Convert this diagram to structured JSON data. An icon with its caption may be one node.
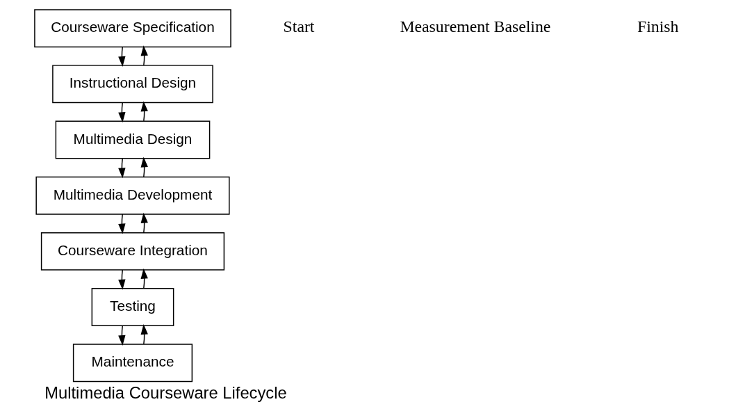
{
  "diagram": {
    "caption": "Multimedia Courseware Lifecycle",
    "nodes": [
      {
        "text": [
          "Courseware Specification"
        ]
      },
      {
        "text": [
          "Instructional Design"
        ]
      },
      {
        "text": [
          "Multimedia Design"
        ]
      },
      {
        "text": [
          "Multimedia Development"
        ]
      },
      {
        "text": [
          "Courseware Integration"
        ]
      },
      {
        "text": [
          "Testing"
        ]
      },
      {
        "text": [
          "Maintenance"
        ]
      }
    ],
    "edges": [
      {
        "from": 0,
        "to": 1,
        "arrow": "to"
      },
      {
        "from": 1,
        "to": 0,
        "arrow": "to"
      },
      {
        "from": 1,
        "to": 2,
        "arrow": "to"
      },
      {
        "from": 2,
        "to": 1,
        "arrow": "to"
      },
      {
        "from": 2,
        "to": 3,
        "arrow": "to"
      },
      {
        "from": 3,
        "to": 2,
        "arrow": "to"
      },
      {
        "from": 3,
        "to": 4,
        "arrow": "to"
      },
      {
        "from": 4,
        "to": 3,
        "arrow": "to"
      },
      {
        "from": 4,
        "to": 5,
        "arrow": "to"
      },
      {
        "from": 5,
        "to": 4,
        "arrow": "to"
      },
      {
        "from": 5,
        "to": 6,
        "arrow": "to"
      },
      {
        "from": 6,
        "to": 5,
        "arrow": "to"
      }
    ],
    "labels": [
      "Start",
      "Measurement Baseline",
      "Finish"
    ]
  }
}
